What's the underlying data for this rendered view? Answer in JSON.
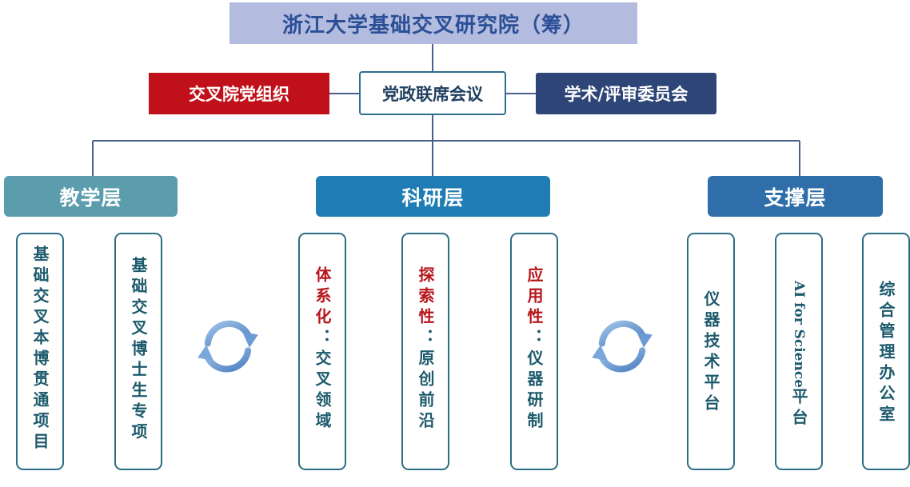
{
  "top": {
    "title": "浙江大学基础交叉研究院（筹）"
  },
  "row2": {
    "party": "交叉院党组织",
    "joint": "党政联席会议",
    "academic": "学术/评审委员会"
  },
  "layers": {
    "teaching": "教学层",
    "research": "科研层",
    "support": "支撑层"
  },
  "teaching_items": [
    {
      "label": "基础交叉本博贯通项目"
    },
    {
      "label": "基础交叉博士生专项"
    }
  ],
  "research_items": [
    {
      "prefix": "体系化",
      "colon": "：",
      "suffix": "交叉领域"
    },
    {
      "prefix": "探索性",
      "colon": "：",
      "suffix": "原创前沿"
    },
    {
      "prefix": "应用性",
      "colon": "：",
      "suffix": "仪器研制"
    }
  ],
  "support_items": [
    {
      "label": "仪器技术平台"
    },
    {
      "latin": "AI for Science",
      "label": "平台"
    },
    {
      "label": "综合管理办公室"
    }
  ],
  "colors": {
    "top_bg": "#b3bcde",
    "party_red": "#c0111a",
    "academic_navy": "#2d4677",
    "teaching_teal": "#5b9dac",
    "research_blue": "#1f7db4",
    "support_blue": "#2f6ea9",
    "connector": "#4a5f8f"
  },
  "icons": [
    "cycle-arrows-icon",
    "cycle-arrows-icon"
  ]
}
